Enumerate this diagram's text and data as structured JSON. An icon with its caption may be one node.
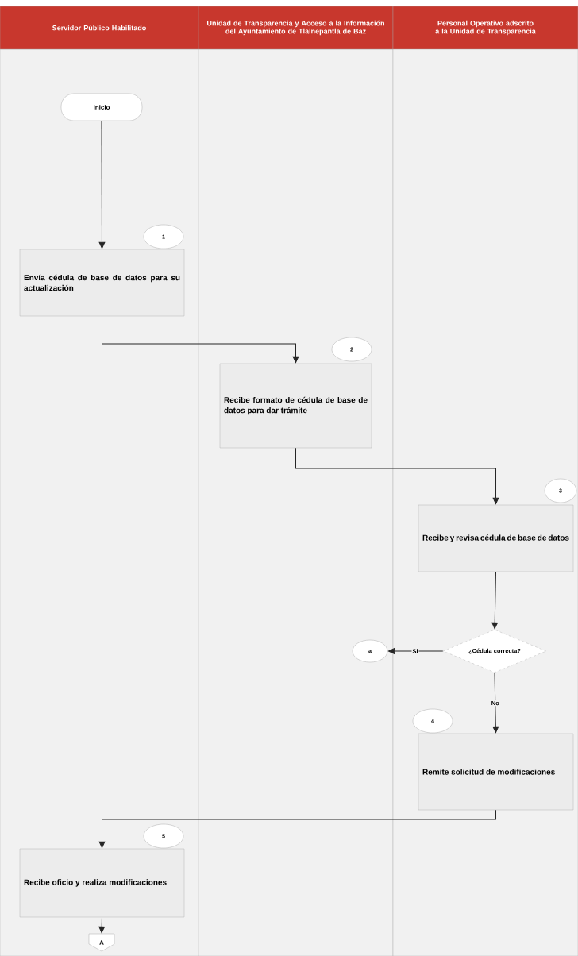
{
  "diagram": {
    "nodes": [
      {
        "text": [
          "Servidor Público Habilitado"
        ]
      },
      {
        "text": [
          "Unidad de Transparencia y Acceso a la Información del Ayuntamiento de Tlalnepantla de Baz"
        ]
      },
      {
        "text": [
          "Personal Operativo adscrito a la Unidad de Transparencia"
        ]
      },
      {
        "text": [
          "Inicio"
        ],
        "in": 0
      },
      {
        "text": [
          "1"
        ],
        "in": 0
      },
      {
        "text": [
          "Envía cédula de base de datos para su actualización"
        ],
        "in": 0
      },
      {
        "text": [
          "2"
        ],
        "in": 1
      },
      {
        "text": [
          "Recibe formato de cédula de base de datos para dar trámite"
        ],
        "in": 1
      },
      {
        "text": [
          "3"
        ],
        "in": 2
      },
      {
        "text": [
          "Recibe y revisa cédula de base de datos"
        ],
        "in": 2
      },
      {
        "text": [
          "¿Cédula correcta?"
        ],
        "in": 2
      },
      {
        "text": [
          "a"
        ],
        "in": 1
      },
      {
        "text": [
          "4"
        ],
        "in": 2
      },
      {
        "text": [
          "Remite solicitud de modificaciones"
        ],
        "in": 2
      },
      {
        "text": [
          "5"
        ],
        "in": 0
      },
      {
        "text": [
          "Recibe oficio y realiza modificaciones"
        ],
        "in": 0
      },
      {
        "text": [
          "A"
        ],
        "in": 0
      }
    ],
    "edges": [
      {
        "from": 3,
        "to": 5,
        "arrow": "to"
      },
      {
        "from": 5,
        "to": 7,
        "arrow": "to"
      },
      {
        "from": 7,
        "to": 9,
        "arrow": "to"
      },
      {
        "from": 9,
        "to": 10,
        "arrow": "to"
      },
      {
        "from": 10,
        "to": 11,
        "arrow": "to",
        "label": "Si"
      },
      {
        "from": 10,
        "to": 13,
        "arrow": "to",
        "label": "No"
      },
      {
        "from": 13,
        "to": 15,
        "arrow": "to"
      },
      {
        "from": 15,
        "to": 16,
        "arrow": "to"
      }
    ]
  }
}
